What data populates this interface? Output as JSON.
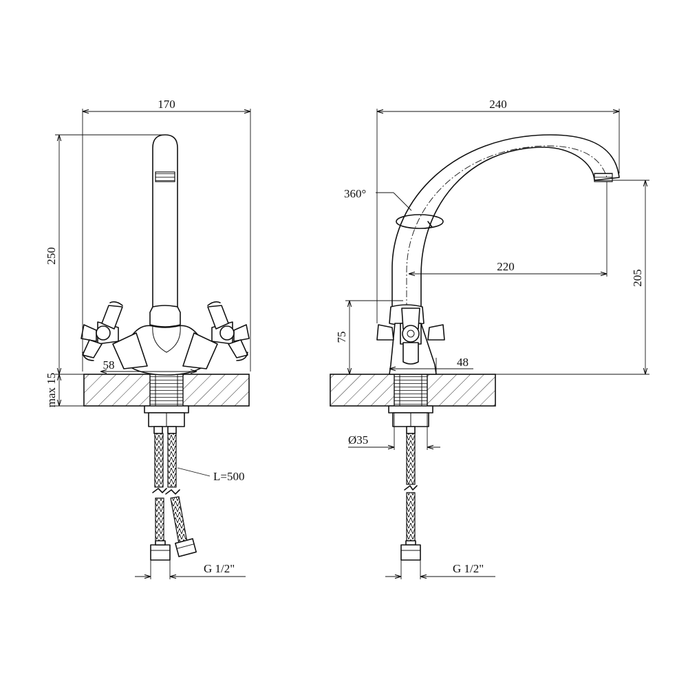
{
  "front_view": {
    "width_label": "170",
    "height_label": "250",
    "base_label": "58",
    "counter_label": "max 15",
    "hose_label": "L=500",
    "thread_label": "G 1/2\""
  },
  "side_view": {
    "reach_label": "240",
    "spout_label": "220",
    "rotation_label": "360°",
    "height_label": "205",
    "handle_label": "75",
    "base_label": "48",
    "hole_label": "Ø35",
    "thread_label": "G 1/2\""
  }
}
